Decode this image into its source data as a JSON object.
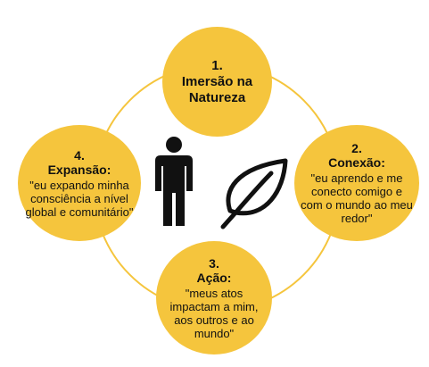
{
  "diagram": {
    "accent_color": "#f5c53d",
    "ring_color": "#f5c53d",
    "nodes": [
      {
        "number": "1.",
        "title": "Imersão na Natureza",
        "text": ""
      },
      {
        "number": "2.",
        "title": "Conexão:",
        "text": "\"eu aprendo e me conecto comigo e com o mundo ao meu redor\""
      },
      {
        "number": "3.",
        "title": "Ação:",
        "text": "\"meus atos impactam a mim, aos outros e ao mundo\""
      },
      {
        "number": "4.",
        "title": "Expansão:",
        "text": "\"eu expando minha consciência a nível global e comunitário\""
      }
    ],
    "icons": [
      "person-icon",
      "leaf-icon"
    ]
  }
}
